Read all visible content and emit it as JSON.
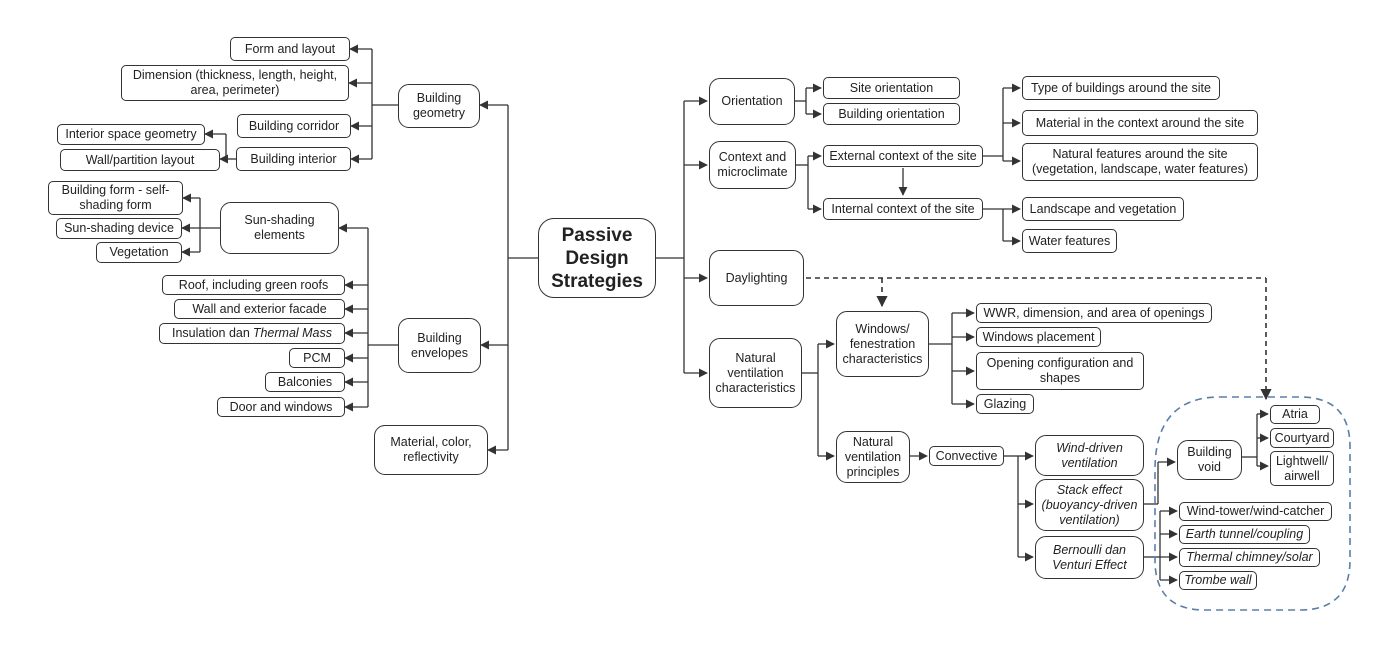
{
  "root": "Passive Design Strategies",
  "left": {
    "building_geometry": {
      "label": "Building geometry",
      "form_layout": "Form and layout",
      "dimension": "Dimension (thickness, length, height, area, perimeter)",
      "corridor": "Building corridor",
      "interior": "Building interior",
      "interior_geometry": "Interior space geometry",
      "wall_partition": "Wall/partition layout"
    },
    "sun_shading": {
      "label": "Sun-shading elements",
      "self_shading": "Building form - self-shading form",
      "device": "Sun-shading device",
      "vegetation": "Vegetation"
    },
    "building_envelopes": {
      "label": "Building envelopes",
      "roof": "Roof, including green roofs",
      "wall": "Wall and exterior facade",
      "insulation_prefix": "Insulation dan ",
      "insulation_italic": "Thermal Mass",
      "pcm": "PCM",
      "balconies": "Balconies",
      "doors": "Door and windows"
    },
    "material": "Material, color, reflectivity"
  },
  "right": {
    "orientation": {
      "label": "Orientation",
      "site": "Site orientation",
      "building": "Building orientation"
    },
    "context": {
      "label": "Context and microclimate",
      "external": "External context of the site",
      "internal": "Internal context of the site",
      "type_buildings": "Type of buildings around the site",
      "material_context": "Material in the context around the site",
      "natural_features": "Natural features around the site (vegetation, landscape, water features)",
      "landscape": "Landscape and vegetation",
      "water": "Water features"
    },
    "daylighting": "Daylighting",
    "natural_ventilation": {
      "label": "Natural ventilation characteristics",
      "windows": {
        "label": "Windows/ fenestration characteristics",
        "wwr": "WWR, dimension, and area of openings",
        "placement": "Windows placement",
        "opening": "Opening configuration and shapes",
        "glazing": "Glazing"
      },
      "principles": {
        "label": "Natural ventilation principles",
        "convective": "Convective",
        "wind_driven": "Wind-driven ventilation",
        "stack_effect": "Stack effect (buoyancy-driven ventilation)",
        "bernoulli_prefix": "Bernoulli",
        "bernoulli_rest": " dan Venturi Effect",
        "building_void": "Building void",
        "atria": "Atria",
        "courtyard": "Courtyard",
        "lightwell": "Lightwell/ airwell",
        "wind_tower": "Wind-tower/wind-catcher",
        "earth_tunnel": "Earth tunnel/coupling",
        "thermal_chimney": "Thermal chimney/solar",
        "trombe": "Trombe wall"
      }
    }
  }
}
